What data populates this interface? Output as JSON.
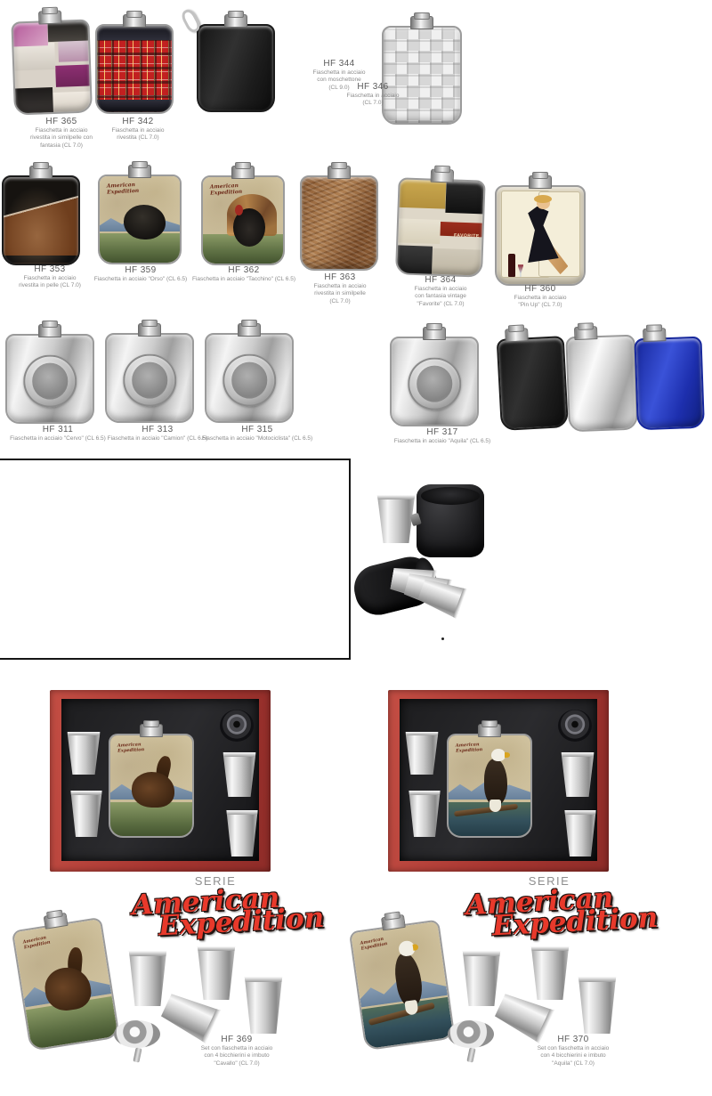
{
  "colors": {
    "accent_red": "#e8392b",
    "giftbox_red": "#a83631",
    "tartan_red": "#c22020",
    "flask_blue": "#1d2fae"
  },
  "branding": {
    "serie": "SERIE",
    "american": "American",
    "expedition": "Expedition"
  },
  "artwork": {
    "ae_script": "American\nExpedition",
    "favorite": "FAVORITE"
  },
  "products": {
    "hf365": {
      "code": "HF 365",
      "desc": "Fiaschetta in acciaio\nrivestita in similpelle con\nfantasia (CL 7.0)"
    },
    "hf342": {
      "code": "HF 342",
      "desc": "Fiaschetta in acciaio\nrivestita (CL 7.0)"
    },
    "hf344": {
      "code": "HF 344",
      "desc": "Fiaschetta in acciaio\ncon moschettone\n(CL 9.0)"
    },
    "hf346": {
      "code": "HF 346",
      "desc": "Fiaschetta in acciaio\n(CL 7.0)"
    },
    "hf353": {
      "code": "HF 353",
      "desc": "Fiaschetta in acciaio\nrivestita in pelle (CL 7.0)"
    },
    "hf359": {
      "code": "HF 359",
      "desc": "Fiaschetta in acciaio \"Orso\" (CL 6.5)"
    },
    "hf362": {
      "code": "HF 362",
      "desc": "Fiaschetta in acciaio \"Tacchino\" (CL 6.5)"
    },
    "hf363": {
      "code": "HF 363",
      "desc": "Fiaschetta in acciaio\nrivestita in similpelle\n(CL 7.0)"
    },
    "hf364": {
      "code": "HF 364",
      "desc": "Fiaschetta in acciaio\ncon fantasia vintage\n\"Favorite\" (CL 7.0)"
    },
    "hf360": {
      "code": "HF 360",
      "desc": "Fiaschetta in acciaio\n\"Pin Up\" (CL 7.0)"
    },
    "hf311": {
      "code": "HF 311",
      "desc": "Fiaschetta in acciaio \"Cervo\" (CL 6.5)"
    },
    "hf313": {
      "code": "HF 313",
      "desc": "Fiaschetta in acciaio \"Camion\" (CL 6.5)"
    },
    "hf315": {
      "code": "HF 315",
      "desc": "Fiaschetta in acciaio \"Motociclista\" (CL 6.5)"
    },
    "hf317": {
      "code": "HF 317",
      "desc": "Fiaschetta in acciaio \"Aquila\" (CL 6.5)"
    },
    "hf369": {
      "code": "HF 369",
      "desc": "Set con fiaschetta in acciaio\ncon 4 bicchierini e imbuto\n\"Cavallo\" (CL 7.0)"
    },
    "hf370": {
      "code": "HF 370",
      "desc": "Set con fiaschetta in acciaio\ncon 4 bicchierini e imbuto\n\"Aquila\" (CL 7.0)"
    }
  }
}
